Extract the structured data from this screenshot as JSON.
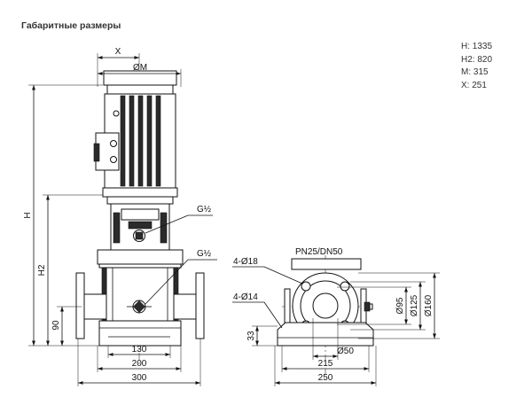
{
  "title": "Габаритные размеры",
  "specs": [
    {
      "key": "H",
      "value": "1335"
    },
    {
      "key": "H2",
      "value": "820"
    },
    {
      "key": "M",
      "value": "315"
    },
    {
      "key": "X",
      "value": "251"
    }
  ],
  "labels": {
    "x": "X",
    "m": "ØM",
    "h": "H",
    "h2": "H2",
    "h90": "90",
    "g_top": "G½",
    "g_bottom": "G½",
    "d130": "130",
    "d200": "200",
    "d300": "300",
    "pn": "PN25/DN50",
    "holes18": "4-Ø18",
    "holes14": "4-Ø14",
    "d95": "Ø95",
    "d125": "Ø125",
    "d160": "Ø160",
    "h33": "33",
    "d50": "Ø50",
    "d215": "215",
    "d250": "250"
  }
}
